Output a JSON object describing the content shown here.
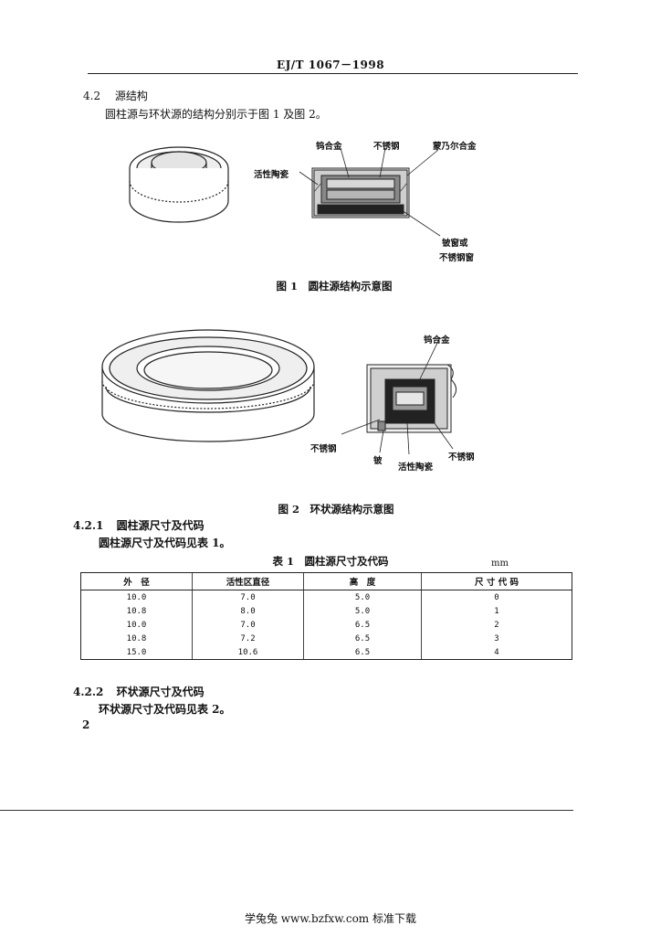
{
  "header": {
    "title": "EJ/T 1067－1998"
  },
  "sections": {
    "s42": {
      "num": "4.2",
      "title": "源结构",
      "body": "圆柱源与环状源的结构分别示于图 1 及图 2。"
    },
    "s421": {
      "num": "4.2.1",
      "title": "圆柱源尺寸及代码",
      "body": "圆柱源尺寸及代码见表 1。"
    },
    "s422": {
      "num": "4.2.2",
      "title": "环状源尺寸及代码",
      "body": "环状源尺寸及代码见表 2。"
    }
  },
  "figure1": {
    "caption": "图 1　圆柱源结构示意图",
    "labels": {
      "tungsten": "钨合金",
      "stainless": "不锈钢",
      "monel": "蒙乃尔合金",
      "ceramic": "活性陶瓷",
      "window": "铍窗或",
      "window2": "不锈钢窗"
    }
  },
  "figure2": {
    "caption": "图 2　环状源结构示意图",
    "labels": {
      "tungsten": "钨合金",
      "stainless_left": "不锈钢",
      "beryllium": "铍",
      "ceramic": "活性陶瓷",
      "stainless_right": "不锈钢"
    }
  },
  "table1": {
    "title": "表 1　圆柱源尺寸及代码",
    "unit": "mm",
    "headers": [
      "外　径",
      "活性区直径",
      "高　度",
      "尺 寸 代 码"
    ],
    "rows": [
      [
        "10.0",
        "7.0",
        "5.0",
        "0"
      ],
      [
        "10.8",
        "8.0",
        "5.0",
        "1"
      ],
      [
        "10.0",
        "7.0",
        "6.5",
        "2"
      ],
      [
        "10.8",
        "7.2",
        "6.5",
        "3"
      ],
      [
        "15.0",
        "10.6",
        "6.5",
        "4"
      ]
    ]
  },
  "page_number": "2",
  "footer": {
    "text": "学兔兔 www.bzfxw.com 标准下载"
  }
}
